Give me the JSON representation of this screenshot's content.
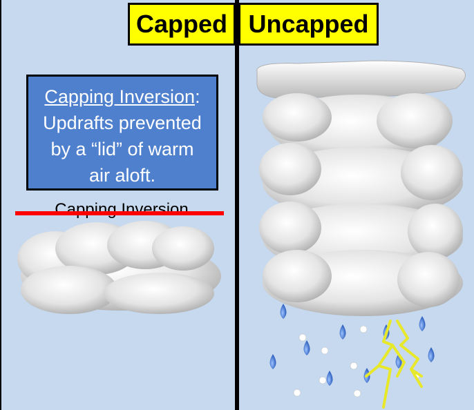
{
  "labels": {
    "capped": "Capped",
    "uncapped": "Uncapped"
  },
  "info_box": {
    "term": "Capping Inversion",
    "colon": ":",
    "line1": "Updrafts prevented",
    "line2": "by a “lid”  of warm",
    "line3": "air aloft."
  },
  "inversion_line_label": "Capping Inversion",
  "colors": {
    "sky": "#c6d9ef",
    "label_bg": "#ffff00",
    "info_bg": "#4f80cd",
    "inversion_line": "#ff0000",
    "lightning": "#e8e82a",
    "rain": "#3b6fd0"
  }
}
